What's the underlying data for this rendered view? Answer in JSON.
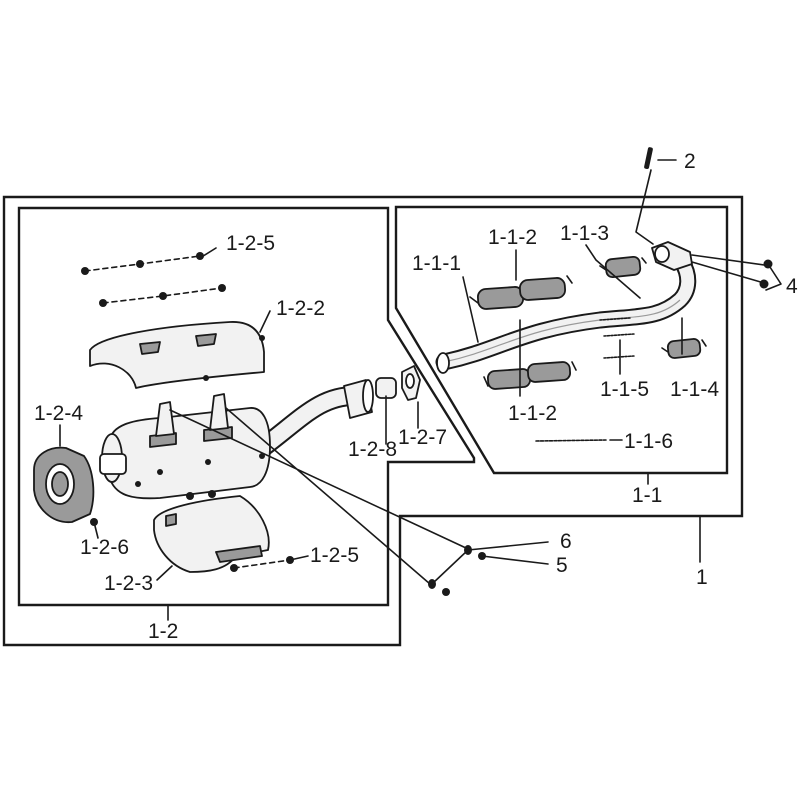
{
  "colors": {
    "ink": "#1a1a1a",
    "part_fill": "#f2f2f2",
    "shade": "#9a9a9a",
    "paper": "#ffffff"
  },
  "groups": {
    "assembly": "1",
    "header_pipe": "1-1",
    "muffler": "1-2"
  },
  "labels": {
    "p2": "2",
    "p4": "4",
    "p5": "5",
    "p6": "6",
    "p111": "1-1-1",
    "p112_top": "1-1-2",
    "p112_bot": "1-1-2",
    "p113": "1-1-3",
    "p114": "1-1-4",
    "p115": "1-1-5",
    "p116": "1-1-6",
    "p122": "1-2-2",
    "p123": "1-2-3",
    "p124": "1-2-4",
    "p125_top": "1-2-5",
    "p125_bot": "1-2-5",
    "p126": "1-2-6",
    "p127": "1-2-7",
    "p128": "1-2-8"
  }
}
